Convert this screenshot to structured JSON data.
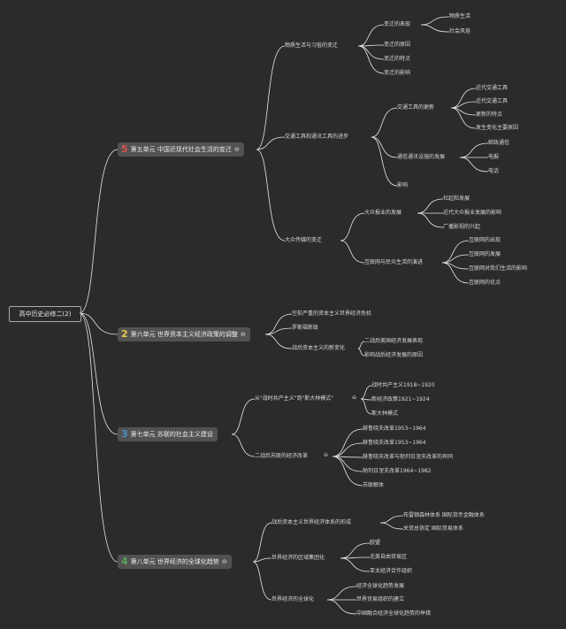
{
  "root": "高中历史必修二(2)",
  "link_glyph": "⊖",
  "units": [
    {
      "num": "5",
      "color": "#d9534f",
      "label": "第五单元  中国近现代社会生活的变迁"
    },
    {
      "num": "2",
      "color": "#e8c547",
      "label": "第六单元  世界资本主义经济政策的调整"
    },
    {
      "num": "3",
      "color": "#4a90c8",
      "label": "第七单元  苏联的社会主义建设"
    },
    {
      "num": "4",
      "color": "#5aa55a",
      "label": "第八单元  世界经济的全球化趋势"
    }
  ],
  "u5": {
    "c1": "物质生活与习俗的变迁",
    "c1a": "变迁的表现",
    "c1a1": "物质生活",
    "c1a2": "社会风俗",
    "c1b": "变迁的原因",
    "c1c": "变迁的特点",
    "c1d": "变迁的影响",
    "c2": "交通工具和通讯工具的进步",
    "c2a": "交通工具的更新",
    "c2a1": "近代交通工具",
    "c2a2": "近代交通工具",
    "c2a3": "更新的特点",
    "c2a4": "发生变化主要原因",
    "c2b": "通信通讯设施的发展",
    "c2b1": "邮政通信",
    "c2b2": "电报",
    "c2b3": "电话",
    "c2c": "影响",
    "c3": "大众传媒的变迁",
    "c3a": "大众报业的发展",
    "c3a1": "社起和发展",
    "c3a2": "近代大众报业发展的影响",
    "c3a3": "广播影视的兴起",
    "c3b": "互联网与民众生活的演进",
    "c3b1": "互联网的出现",
    "c3b2": "互联网的发展",
    "c3b3": "互联网对我们生活的影响",
    "c3b4": "互联网的优点"
  },
  "u6": {
    "c1": "空前严重的资本主义世界经济危机",
    "c2": "罗斯福新政",
    "c3": "战后资本主义的新变化",
    "c3a": "二战后美国经济发展表现",
    "c3b": "影响战后经济发展的原因"
  },
  "u7": {
    "c1": "从\"战时共产主义\"到\"斯大林模式\"",
    "c1a": "战时共产主义1918~1920",
    "c1b": "新经济政策1921~1924",
    "c1c": "斯大林模式",
    "c2": "二战后苏联的经济改革",
    "c2a": "赫鲁晓夫改革1953~1964",
    "c2b": "赫鲁晓夫改革1953~1964",
    "c2c": "赫鲁晓夫改革与勃列日涅夫改革的异同",
    "c2d": "勃列日涅夫改革1964~1982",
    "c2e": "苏联解体"
  },
  "u8": {
    "c1": "战后资本主义世界经济体系的形成",
    "c1a": "布雷顿森林体系  国际货币金融体系",
    "c1b": "关贸总协定  国际贸易体系",
    "c2": "世界经济的区域集团化",
    "c2a": "欧盟",
    "c2b": "北美自由贸易区",
    "c2c": "亚太经济合作组织",
    "c3": "世界经济的全球化",
    "c3a": "经济全球化趋势发展",
    "c3b": "世界贸易组织的建立",
    "c3c": "中国融合经济全球化趋势的举措"
  }
}
